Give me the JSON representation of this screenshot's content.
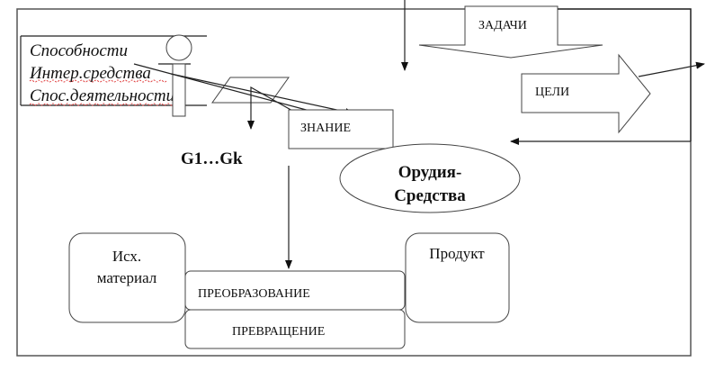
{
  "diagram": {
    "abilities_list": {
      "items": [
        "Способности",
        "Интер.средства",
        "Спос.деятельности"
      ]
    },
    "knowledge_box": {
      "label": "ЗНАНИЕ"
    },
    "tasks_arrow": {
      "label": "ЗАДАЧИ"
    },
    "goals_arrow": {
      "label": "ЦЕЛИ"
    },
    "g_label": {
      "label": "G1…Gk"
    },
    "tools_ellipse": {
      "line1": "Орудия-",
      "line2": "Средства"
    },
    "source_material": {
      "line1": "Исх.",
      "line2": "материал"
    },
    "transformation_box": {
      "label": "ПРЕОБРАЗОВАНИЕ"
    },
    "conversion_box": {
      "label": "ПРЕВРАЩЕНИЕ"
    },
    "product_box": {
      "label": "Продукт"
    }
  }
}
